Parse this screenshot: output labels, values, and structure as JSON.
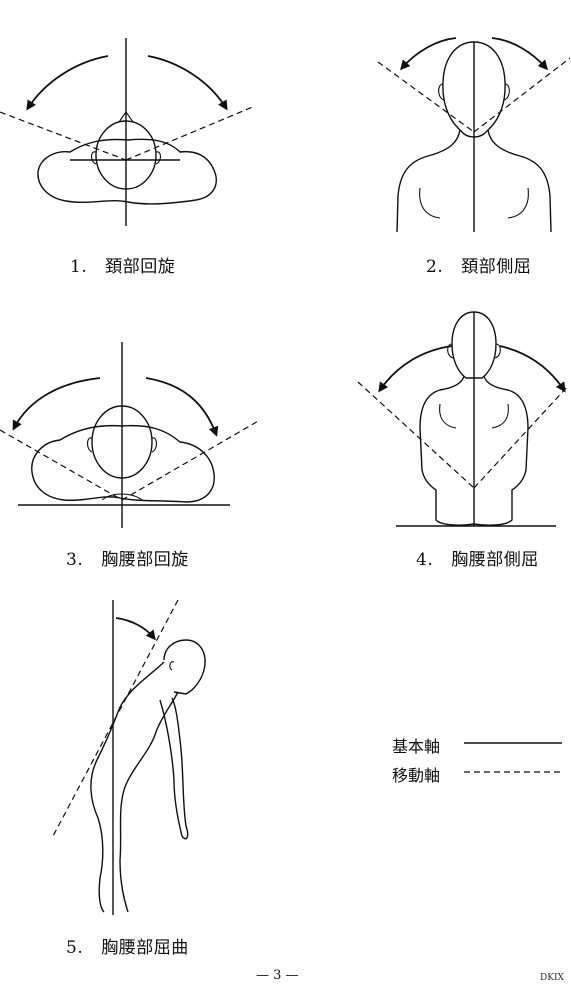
{
  "figures": [
    {
      "number": "1.",
      "label": "頚部回旋"
    },
    {
      "number": "2.",
      "label": "頚部側屈"
    },
    {
      "number": "3.",
      "label": "胸腰部回旋"
    },
    {
      "number": "4.",
      "label": "胸腰部側屈"
    },
    {
      "number": "5.",
      "label": "胸腰部屈曲"
    }
  ],
  "legend": {
    "basic_axis": "基本軸",
    "moving_axis": "移動軸"
  },
  "footer": {
    "page": "— 3 —",
    "code": "DKIX"
  }
}
